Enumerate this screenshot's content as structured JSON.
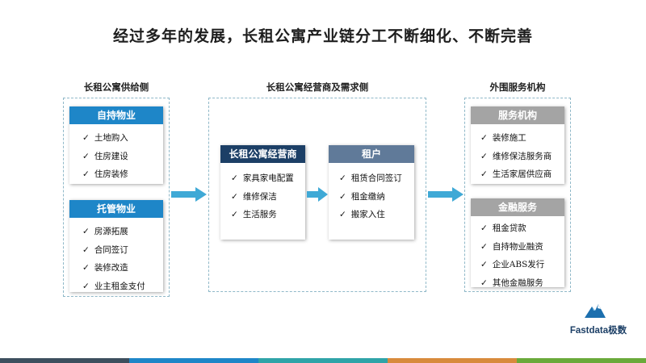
{
  "title": "经过多年的发展，长租公寓产业链分工不断细化、不断完善",
  "columns": {
    "supply": {
      "title": "长租公寓供给侧",
      "cards": [
        {
          "title": "自持物业",
          "items": [
            "土地购入",
            "住房建设",
            "住房装修"
          ]
        },
        {
          "title": "托管物业",
          "items": [
            "房源拓展",
            "合同签订",
            "装修改造",
            "业主租金支付"
          ]
        }
      ]
    },
    "operator": {
      "title": "长租公寓经营商及需求侧",
      "cards": [
        {
          "title": "长租公寓经营商",
          "items": [
            "家具家电配置",
            "维修保洁",
            "生活服务"
          ]
        },
        {
          "title": "租户",
          "items": [
            "租赁合同签订",
            "租金缴纳",
            "搬家入住"
          ]
        }
      ]
    },
    "external": {
      "title": "外围服务机构",
      "cards": [
        {
          "title": "服务机构",
          "items": [
            "装修施工",
            "维修保洁服务商",
            "生活家居供应商"
          ]
        },
        {
          "title": "金融服务",
          "items": [
            "租金贷款",
            "自持物业融资",
            "企业ABS发行",
            "其他金融服务"
          ]
        }
      ]
    }
  },
  "logo": {
    "text": "Fastdata极数"
  },
  "colors": {
    "blue": "#1e86c8",
    "navy": "#1c3f66",
    "slate": "#607a99",
    "gray": "#a4a4a4",
    "arrow": "#3fa9d6",
    "dashed_border": "#8fb8c8"
  },
  "bottom_bar_colors": [
    "#3d4f5e",
    "#1e86c8",
    "#2fa4a8",
    "#d88a3c",
    "#6aaa3a"
  ]
}
